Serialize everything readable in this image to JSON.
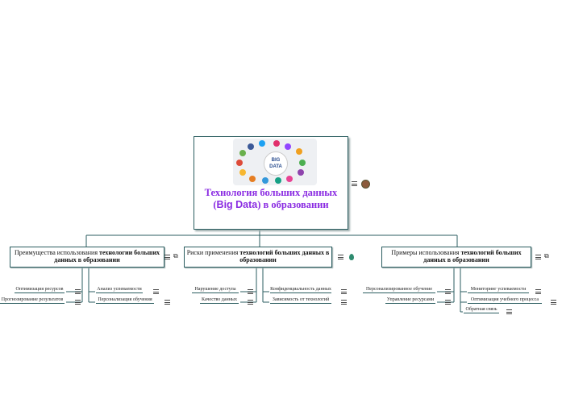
{
  "root": {
    "image_label_line1": "BIG",
    "image_label_line2": "DATA",
    "title_part1": "Технология больших данных (",
    "title_part2": "Big Data",
    "title_part3": ") в образовании"
  },
  "branches": [
    {
      "title_plain": "Преимущества использования ",
      "title_bold": "технологии больших данных в образовании",
      "leaves_left": [
        "Оптимизация ресурсов",
        "Прогнозирование результатов"
      ],
      "leaves_right": [
        "Анализ успеваемости",
        "Персонализация обучения"
      ]
    },
    {
      "title_plain": "Риски применения ",
      "title_bold": "технологий больших данных в образовании",
      "leaves_left": [
        "Нарушение доступа",
        "Качество данных"
      ],
      "leaves_right": [
        "Конфиденциальность данных",
        "Зависимость от технологий"
      ]
    },
    {
      "title_plain": "Примеры использования ",
      "title_bold": "технологий больших данных в образовании",
      "leaves_left": [
        "Персонализированное обучение",
        "Управление ресурсами"
      ],
      "leaves_right": [
        "Мониторинг успеваемости",
        "Оптимизация учебного процесса",
        "Обратная связь"
      ]
    }
  ],
  "colors": {
    "line": "#2b5d60",
    "title": "#8a2be2",
    "drop": "#2e8b6f"
  }
}
